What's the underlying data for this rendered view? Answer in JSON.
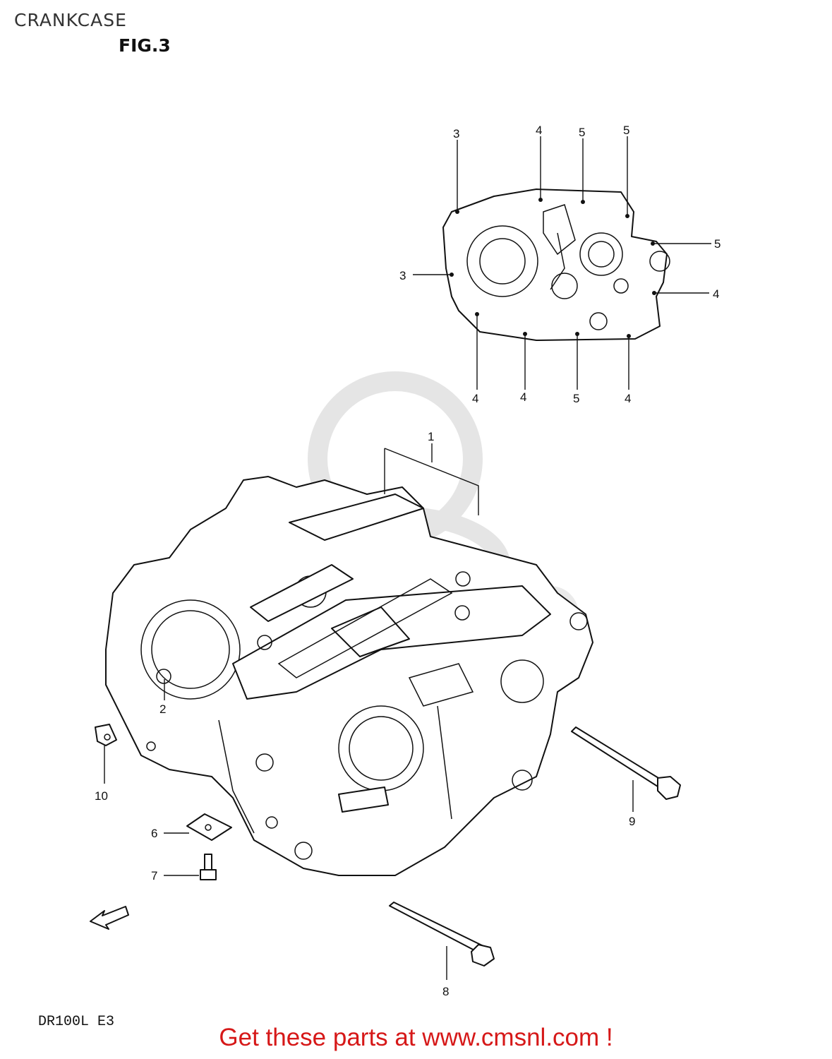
{
  "header": {
    "title": "CRANKCASE",
    "figure": "FIG.3"
  },
  "footer": {
    "model": "DR100L E3",
    "promo": "Get these parts at www.cmsnl.com !"
  },
  "callouts": {
    "top_3_a": "3",
    "top_4_a": "4",
    "top_5_a": "5",
    "top_5_b": "5",
    "right_5": "5",
    "right_4": "4",
    "left_3": "3",
    "bottom_4_a": "4",
    "bottom_4_b": "4",
    "bottom_5": "5",
    "bottom_4_c": "4",
    "part_1": "1",
    "part_2": "2",
    "part_6": "6",
    "part_7": "7",
    "part_8": "8",
    "part_9": "9",
    "part_10": "10"
  }
}
